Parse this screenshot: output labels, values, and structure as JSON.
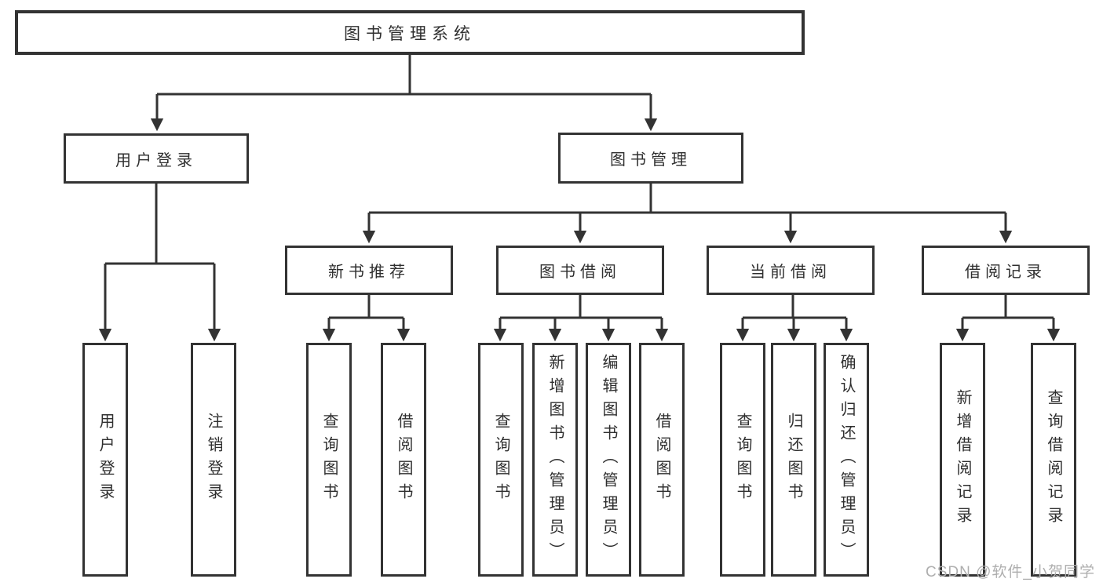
{
  "colors": {
    "line": "#333333",
    "box_border": "#333333",
    "text": "#2f2f2f",
    "watermark": "#aeaeae",
    "background": "#ffffff"
  },
  "root": {
    "label": "图书管理系统"
  },
  "level2": {
    "user_login": {
      "label": "用户登录"
    },
    "book_management": {
      "label": "图书管理"
    }
  },
  "level3": {
    "new_book_recommend": {
      "label": "新书推荐"
    },
    "book_borrow": {
      "label": "图书借阅"
    },
    "current_borrow": {
      "label": "当前借阅"
    },
    "borrow_records": {
      "label": "借阅记录"
    }
  },
  "leaves": {
    "user_login": {
      "label": "用户登录"
    },
    "logout": {
      "label": "注销登录"
    },
    "recommend_query_books": {
      "label": "查询图书"
    },
    "recommend_borrow_books": {
      "label": "借阅图书"
    },
    "borrow_query_books": {
      "label": "查询图书"
    },
    "borrow_add_books": {
      "label": "新增图书（管理员）"
    },
    "borrow_edit_books": {
      "label": "编辑图书（管理员）"
    },
    "borrow_borrow_books": {
      "label": "借阅图书"
    },
    "current_query_books": {
      "label": "查询图书"
    },
    "current_return_books": {
      "label": "归还图书"
    },
    "current_confirm_return": {
      "label": "确认归还（管理员）"
    },
    "records_add_record": {
      "label": "新增借阅记录"
    },
    "records_query_record": {
      "label": "查询借阅记录"
    }
  },
  "watermark": {
    "label": "CSDN @软件_小贺同学"
  }
}
